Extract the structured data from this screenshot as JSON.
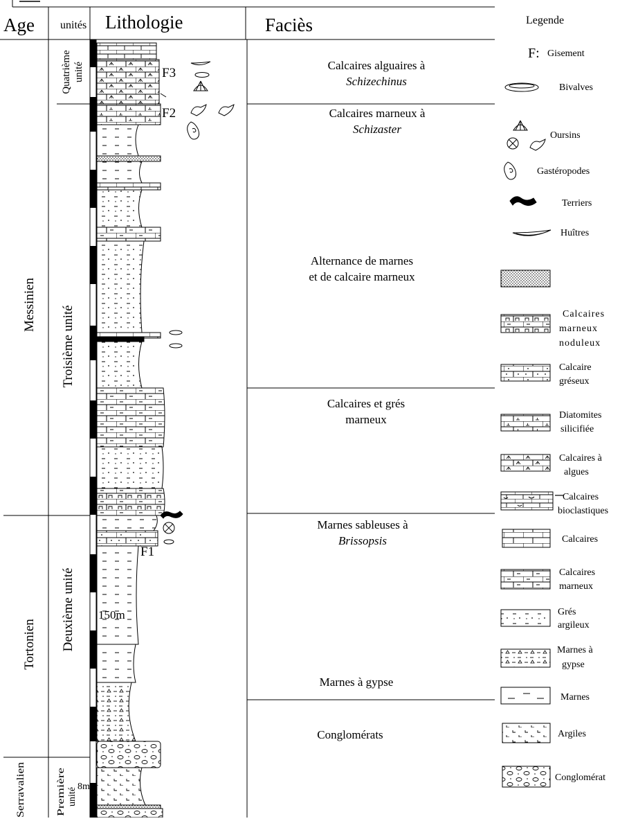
{
  "header": {
    "age": "Age",
    "unites": "unités",
    "lithologie": "Lithologie",
    "facies": "Faciès",
    "legende": "Legende"
  },
  "ages": [
    {
      "id": "messinien",
      "label": "Messinien"
    },
    {
      "id": "tortonien",
      "label": "Tortonien"
    },
    {
      "id": "serravalien",
      "label": "Serravalien"
    }
  ],
  "units": [
    {
      "id": "quatrieme",
      "line1": "Quatrième",
      "line2": "unité"
    },
    {
      "id": "troisieme",
      "line1": "Troisième unité",
      "line2": ""
    },
    {
      "id": "deuxieme",
      "line1": "Deuxième unité",
      "line2": ""
    },
    {
      "id": "premiere",
      "line1": "Première",
      "line2": "unité"
    }
  ],
  "labels": {
    "f3": "F3",
    "f2": "F2",
    "f1": "F1",
    "m150": "150m",
    "m8": "8m"
  },
  "facies": [
    {
      "id": "alg",
      "line1": "Calcaires alguaires à",
      "line2": "Schizechinus"
    },
    {
      "id": "cm",
      "line1": "Calcaires marneux à",
      "line2": "Schizaster"
    },
    {
      "id": "alt",
      "line1": "Alternance de marnes",
      "line2": "et de calcaire marneux"
    },
    {
      "id": "cgm",
      "line1": "Calcaires et grés",
      "line2": "marneux"
    },
    {
      "id": "ms",
      "line1": "Marnes sableuses à",
      "line2": "Brissopsis"
    },
    {
      "id": "mg",
      "line1": "Marnes à gypse",
      "line2": ""
    },
    {
      "id": "cg",
      "line1": "Conglomérats",
      "line2": ""
    }
  ],
  "legend": [
    {
      "id": "gisement",
      "label": "Gisement",
      "prefix": "F:"
    },
    {
      "id": "bivalves",
      "label": "Bivalves"
    },
    {
      "id": "oursins",
      "label": "Oursins"
    },
    {
      "id": "gasteropodes",
      "label": "Gastéropodes"
    },
    {
      "id": "terriers",
      "label": "Terriers"
    },
    {
      "id": "huitres",
      "label": "Huîtres"
    },
    {
      "id": "sable",
      "label": ""
    },
    {
      "id": "cmn",
      "line1": "Calcaires",
      "line2": "marneux",
      "line3": "noduleux"
    },
    {
      "id": "cgres",
      "line1": "Calcaire",
      "line2": "gréseux"
    },
    {
      "id": "diato",
      "line1": "Diatomites",
      "line2": "silicifiée"
    },
    {
      "id": "calgues",
      "line1": "Calcaires à",
      "line2": "algues"
    },
    {
      "id": "cbio",
      "line1": "Calcaires",
      "line2": "bioclastiques"
    },
    {
      "id": "calc",
      "line1": "Calcaires"
    },
    {
      "id": "cmarn",
      "line1": "Calcaires",
      "line2": "marneux"
    },
    {
      "id": "gres",
      "line1": "Grés",
      "line2": "argileux"
    },
    {
      "id": "mgyp",
      "line1": "Marnes à",
      "line2": "gypse"
    },
    {
      "id": "marnes",
      "line1": "Marnes"
    },
    {
      "id": "argiles",
      "line1": "Argiles"
    },
    {
      "id": "congl",
      "line1": "Conglomérat"
    }
  ]
}
